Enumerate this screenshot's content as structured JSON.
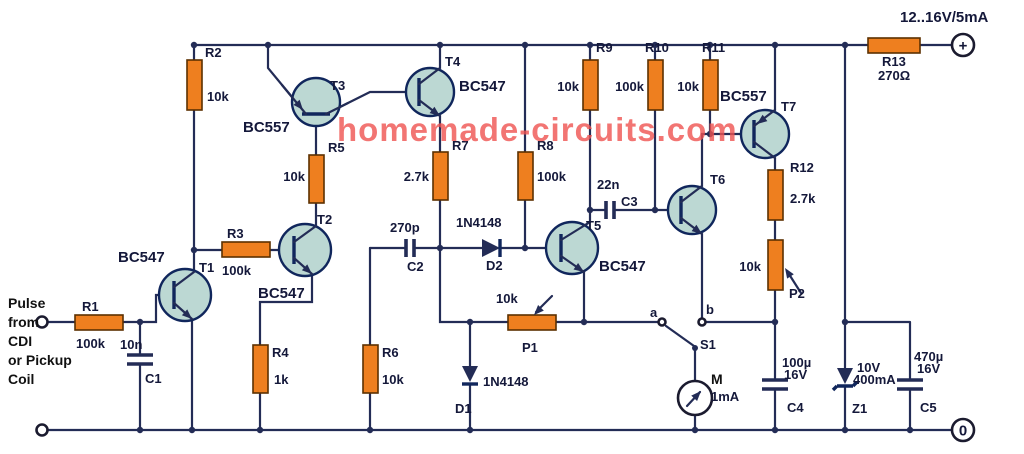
{
  "watermark": "homemade-circuits.com",
  "supply": {
    "label": "12..16V/5mA",
    "plus": "+",
    "zero": "0"
  },
  "input": {
    "lines": [
      "Pulse",
      "from",
      "CDI",
      "or Pickup",
      "Coil"
    ]
  },
  "resistors": {
    "R1": {
      "ref": "R1",
      "value": "100k"
    },
    "R2": {
      "ref": "R2",
      "value": "10k"
    },
    "R3": {
      "ref": "R3",
      "value": "100k"
    },
    "R4": {
      "ref": "R4",
      "value": "1k"
    },
    "R5": {
      "ref": "R5",
      "value": "10k"
    },
    "R6": {
      "ref": "R6",
      "value": "10k"
    },
    "R7": {
      "ref": "R7",
      "value": "2.7k"
    },
    "R8": {
      "ref": "R8",
      "value": "100k"
    },
    "R9": {
      "ref": "R9",
      "value": "10k"
    },
    "R10": {
      "ref": "R10",
      "value": "100k"
    },
    "R11": {
      "ref": "R11",
      "value": "10k"
    },
    "R12": {
      "ref": "R12",
      "value": "2.7k"
    },
    "R13": {
      "ref": "R13",
      "value": "270Ω"
    }
  },
  "capacitors": {
    "C1": {
      "ref": "C1",
      "value": "10n"
    },
    "C2": {
      "ref": "C2",
      "value": "270p"
    },
    "C3": {
      "ref": "C3",
      "value": "22n"
    },
    "C4": {
      "ref": "C4",
      "value": "100µ",
      "rating": "16V"
    },
    "C5": {
      "ref": "C5",
      "value": "470µ",
      "rating": "16V"
    }
  },
  "diodes": {
    "D1": {
      "ref": "D1",
      "value": "1N4148"
    },
    "D2": {
      "ref": "D2",
      "value": "1N4148"
    },
    "Z1": {
      "ref": "Z1",
      "value": "10V",
      "rating": "400mA"
    }
  },
  "transistors": {
    "T1": {
      "ref": "T1",
      "type": "BC547"
    },
    "T2": {
      "ref": "T2",
      "type": "BC547"
    },
    "T3": {
      "ref": "T3",
      "type": "BC557"
    },
    "T4": {
      "ref": "T4",
      "type": "BC547"
    },
    "T5": {
      "ref": "T5",
      "type": "BC547"
    },
    "T6": {
      "ref": "T6"
    },
    "T7": {
      "ref": "T7",
      "type": "BC557"
    }
  },
  "pots": {
    "P1": {
      "ref": "P1",
      "value": "10k"
    },
    "P2": {
      "ref": "P2",
      "value": "10k"
    }
  },
  "switch": {
    "ref": "S1",
    "a": "a",
    "b": "b"
  },
  "meter": {
    "ref": "M",
    "value": "1mA"
  }
}
